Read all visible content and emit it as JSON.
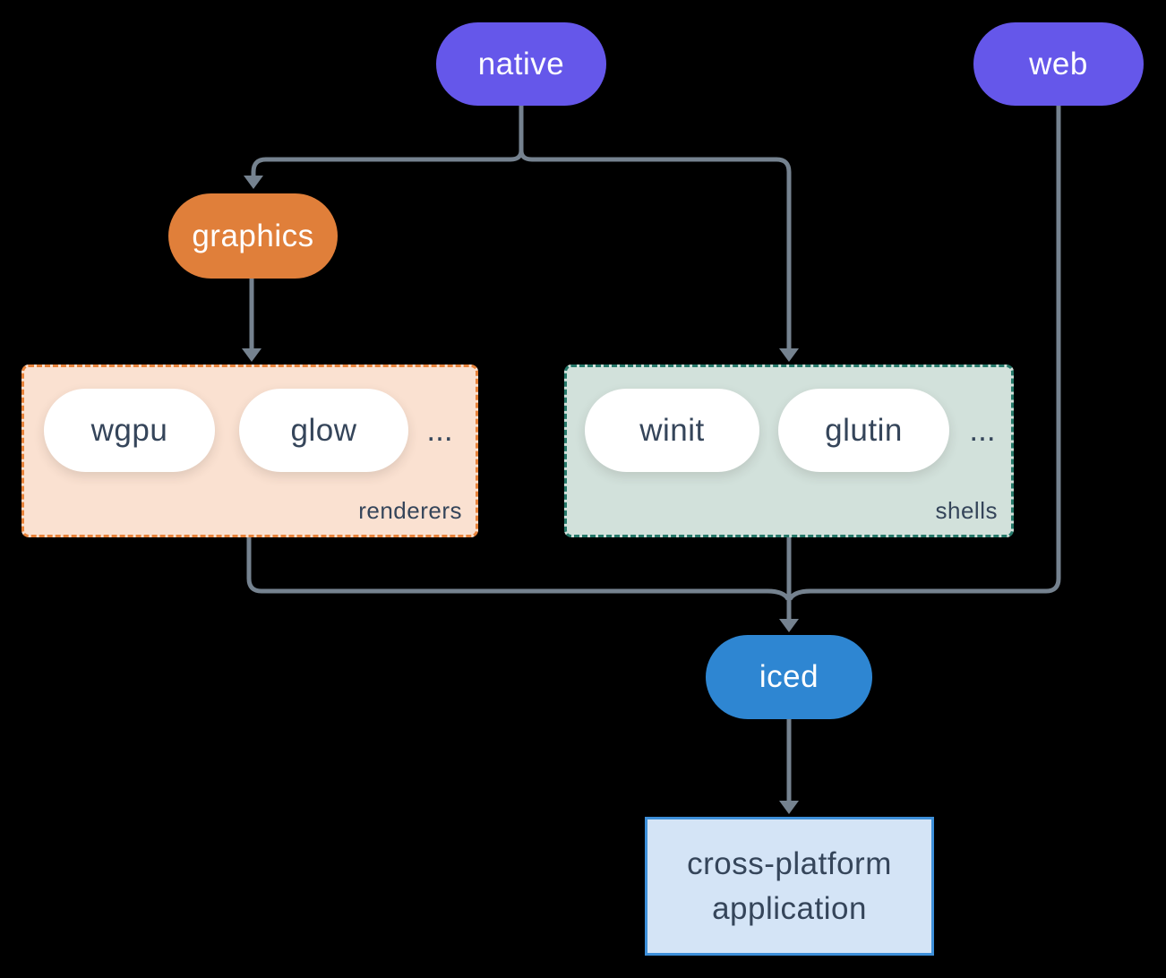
{
  "colors": {
    "background": "#000000",
    "edge": "#75828F",
    "purple_node": "#6557EA",
    "orange_node": "#E07F3A",
    "blue_node": "#2E86D2",
    "white_pill": "#FFFFFF",
    "dark_text": "#35455A",
    "renderers_fill": "#FAE1D1",
    "renderers_border": "#E8833B",
    "shells_fill": "#D2E1DB",
    "shells_border": "#26796A",
    "app_fill": "#D4E4F6",
    "app_border": "#3D8FD9"
  },
  "nodes": {
    "native": {
      "label": "native"
    },
    "web": {
      "label": "web"
    },
    "graphics": {
      "label": "graphics"
    },
    "iced": {
      "label": "iced"
    },
    "application": {
      "line1": "cross-platform",
      "line2": "application"
    }
  },
  "groups": {
    "renderers": {
      "label": "renderers",
      "items": [
        "wgpu",
        "glow"
      ],
      "ellipsis": "..."
    },
    "shells": {
      "label": "shells",
      "items": [
        "winit",
        "glutin"
      ],
      "ellipsis": "..."
    }
  }
}
